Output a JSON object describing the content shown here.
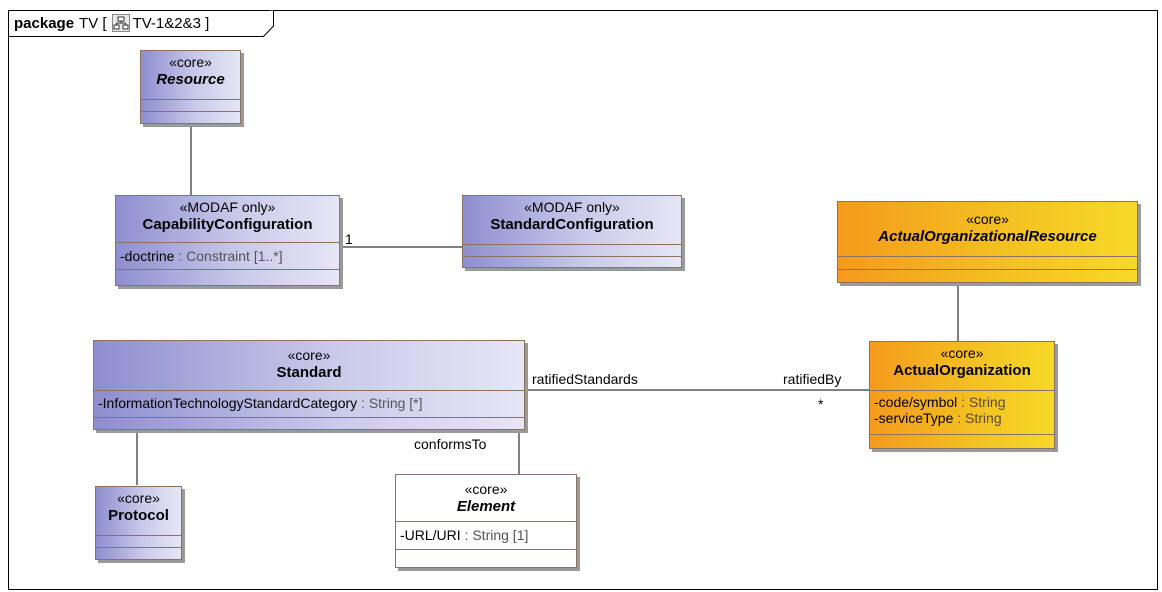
{
  "frame": {
    "keyword": "package",
    "name": "TV [",
    "diagram_name": "TV-1&2&3 ]"
  },
  "classes": {
    "resource": {
      "stereotype": "«core»",
      "name": "Resource"
    },
    "capability_configuration": {
      "stereotype": "«MODAF only»",
      "name": "CapabilityConfiguration",
      "attributes": [
        {
          "name": "-doctrine",
          "type": " : Constraint [1..*]"
        }
      ]
    },
    "standard_configuration": {
      "stereotype": "«MODAF only»",
      "name": "StandardConfiguration"
    },
    "actual_organizational_resource": {
      "stereotype": "«core»",
      "name": "ActualOrganizationalResource"
    },
    "actual_organization": {
      "stereotype": "«core»",
      "name": "ActualOrganization",
      "attributes": [
        {
          "name": "-code/symbol",
          "type": " : String"
        },
        {
          "name": "-serviceType",
          "type": " : String"
        }
      ]
    },
    "standard": {
      "stereotype": "«core»",
      "name": "Standard",
      "attributes": [
        {
          "name": "-InformationTechnologyStandardCategory",
          "type": " : String [*]"
        }
      ]
    },
    "protocol": {
      "stereotype": "«core»",
      "name": "Protocol"
    },
    "element": {
      "stereotype": "«core»",
      "name": "Element",
      "attributes": [
        {
          "name": "-URL/URI ",
          "type": " : String [1]"
        }
      ]
    }
  },
  "associations": {
    "config_multiplicity": "1",
    "ratified_standards": "ratifiedStandards",
    "ratified_by": "ratifiedBy",
    "ratified_by_multiplicity": "*",
    "conforms_to": "conformsTo"
  },
  "colors": {
    "core_purple": "#8e8ed0",
    "core_orange": "#f59a1c",
    "border": "#8c7260"
  }
}
